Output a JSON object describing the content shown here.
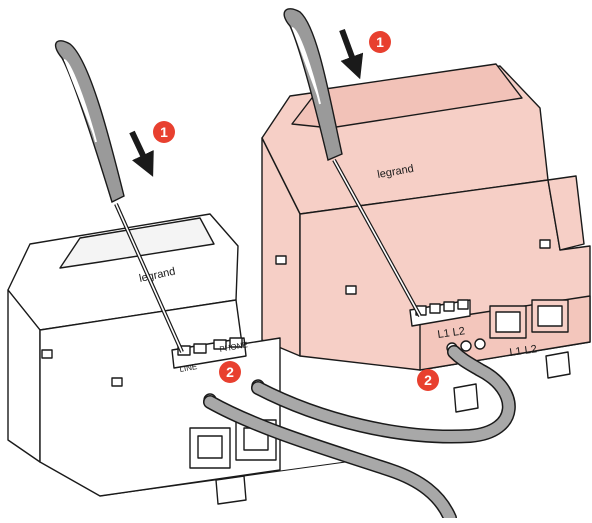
{
  "colors": {
    "accent": "#e8402f",
    "pink_body": "#f6cfc6",
    "white_body": "#ffffff",
    "outline": "#1a1a1a",
    "cable": "#a8a8a8",
    "screwdriver": "#9a9a9a"
  },
  "left_device": {
    "brand": "legrand",
    "terminal_labels": [
      "LINE",
      "PHONE"
    ]
  },
  "right_device": {
    "brand": "legrand",
    "terminal_label": "L1 L2",
    "port_label": "L1 L2"
  },
  "steps": [
    {
      "number": "1"
    },
    {
      "number": "2"
    },
    {
      "number": "1"
    },
    {
      "number": "2"
    }
  ],
  "icons": {
    "arrow": "arrow-down-icon",
    "screwdriver": "screwdriver-icon"
  }
}
